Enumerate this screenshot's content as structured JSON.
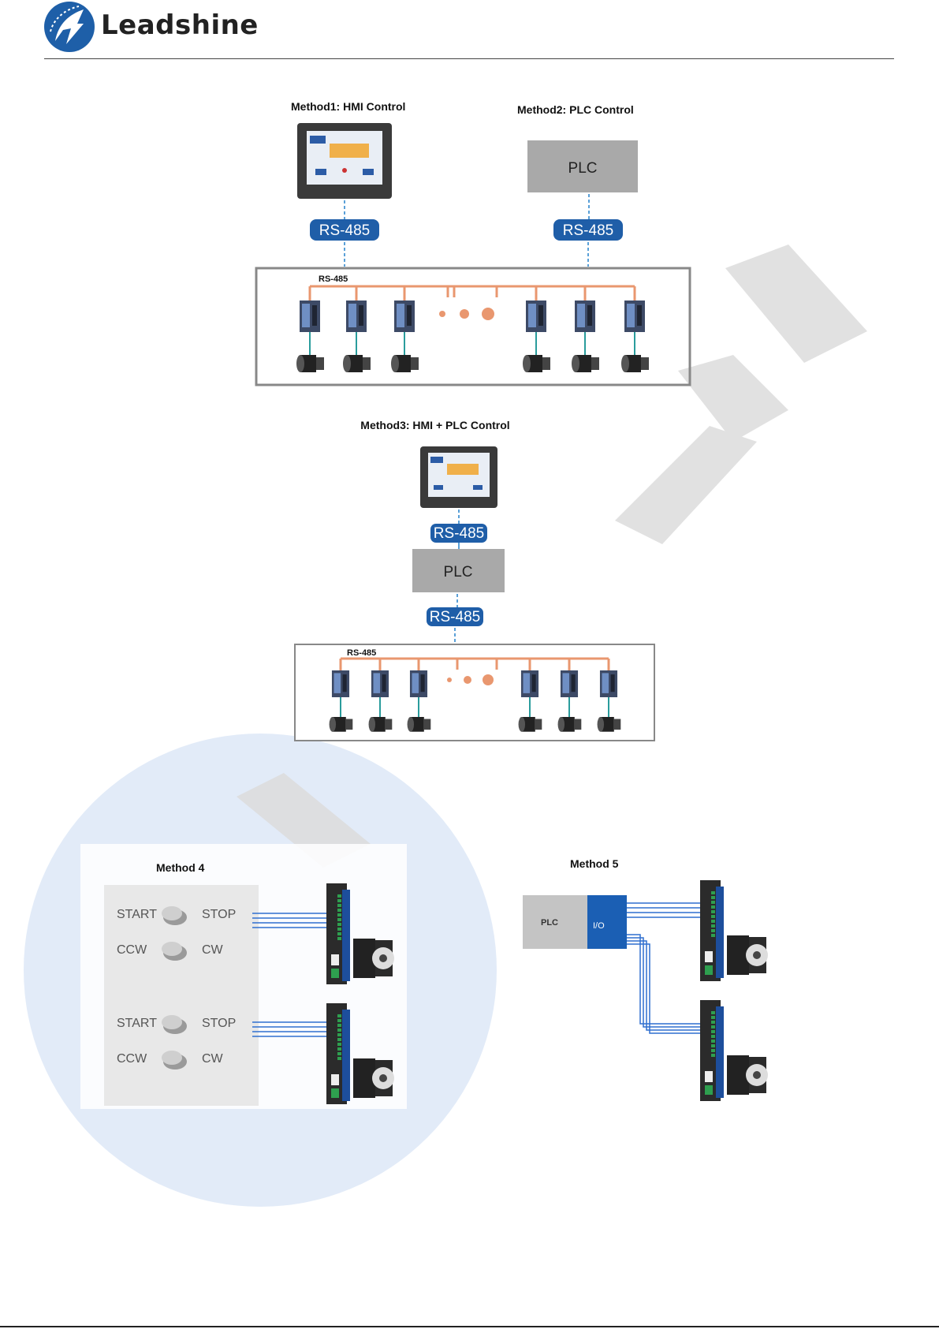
{
  "header": {
    "brand": "Leadshine"
  },
  "colors": {
    "brand_blue": "#1e5fa8",
    "rs485_badge": "#1f5ea8",
    "bus_orange": "#e9976f",
    "plc_gray": "#a9a9a9",
    "io_blue": "#1b5fb4",
    "panel_gray": "#e8e8e8",
    "watermark": "#cfe0f5"
  },
  "icons": [
    "leadshine-logo-icon",
    "hmi-screen-icon",
    "stepper-driver-icon",
    "stepper-motor-icon",
    "toggle-switch-icon"
  ],
  "diagram_top": {
    "method1": {
      "title": "Method1: HMI Control",
      "link_label": "RS-485"
    },
    "method2": {
      "title": "Method2: PLC Control",
      "plc_label": "PLC",
      "link_label": "RS-485"
    },
    "bus_label": "RS-485"
  },
  "diagram_middle": {
    "title": "Method3: HMI + PLC Control",
    "link_label_1": "RS-485",
    "plc_label": "PLC",
    "link_label_2": "RS-485",
    "bus_label": "RS-485"
  },
  "diagram_bottom": {
    "method4": {
      "title": "Method 4",
      "switch_groups": [
        {
          "start": "START",
          "stop": "STOP",
          "ccw": "CCW",
          "cw": "CW"
        },
        {
          "start": "START",
          "stop": "STOP",
          "ccw": "CCW",
          "cw": "CW"
        }
      ]
    },
    "method5": {
      "title": "Method 5",
      "plc_label": "PLC",
      "io_label": "I/O"
    }
  }
}
